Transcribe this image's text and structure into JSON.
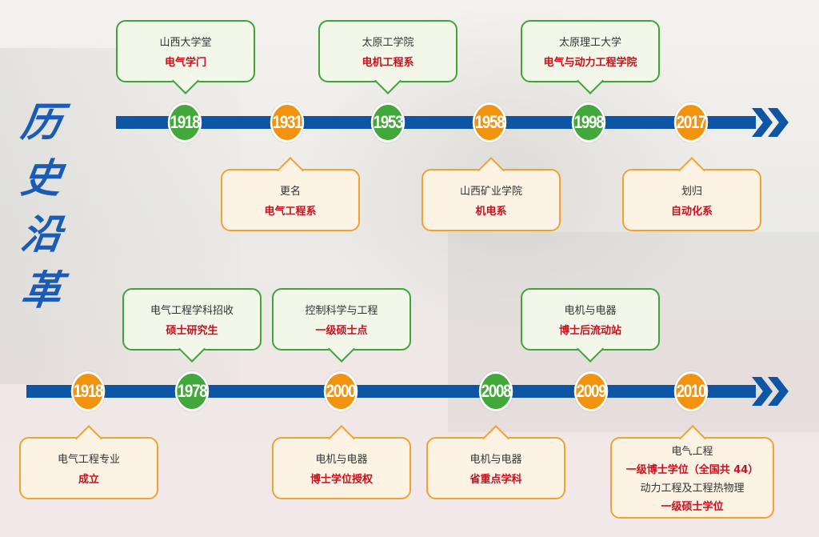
{
  "title_chars": [
    "历",
    "史",
    "沿",
    "革"
  ],
  "colors": {
    "line": "#0d56a6",
    "green": "#42a83a",
    "orange": "#f2930f",
    "highlight": "#c8101e"
  },
  "row1": [
    {
      "year": "1918",
      "line1": "山西大学堂",
      "line2": "电气学门"
    },
    {
      "year": "1931",
      "line1": "更名",
      "line2": "电气工程系"
    },
    {
      "year": "1953",
      "line1": "太原工学院",
      "line2": "电机工程系"
    },
    {
      "year": "1958",
      "line1": "山西矿业学院",
      "line2": "机电系"
    },
    {
      "year": "1998",
      "line1": "太原理工大学",
      "line2": "电气与动力工程学院"
    },
    {
      "year": "2017",
      "line1": "划归",
      "line2": "自动化系"
    }
  ],
  "row2": [
    {
      "year": "1918",
      "line1": "电气工程专业",
      "line2": "成立"
    },
    {
      "year": "1978",
      "line1": "电气工程学科招收",
      "line2": "硕士研究生"
    },
    {
      "year": "2000",
      "above": {
        "line1": "控制科学与工程",
        "line2": "一级硕士点"
      },
      "below": {
        "line1": "电机与电器",
        "line2": "博士学位授权"
      }
    },
    {
      "year": "2008",
      "line1": "电机与电器",
      "line2": "省重点学科"
    },
    {
      "year": "2009",
      "line1": "电机与电器",
      "line2": "博士后流动站"
    },
    {
      "year": "2010",
      "line1": "电气工程",
      "line2": "一级博士学位（全国共 44）",
      "line3": "动力工程及工程热物理",
      "line4": "一级硕士学位"
    }
  ]
}
